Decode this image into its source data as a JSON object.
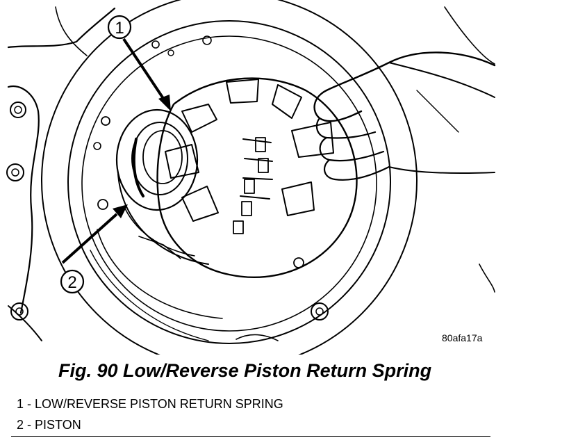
{
  "figure": {
    "callouts": [
      "1",
      "2"
    ],
    "image_code": "80afa17a"
  },
  "caption": "Fig. 90 Low/Reverse Piston Return Spring",
  "legend": [
    "1 - LOW/REVERSE PISTON RETURN SPRING",
    "2 - PISTON"
  ]
}
